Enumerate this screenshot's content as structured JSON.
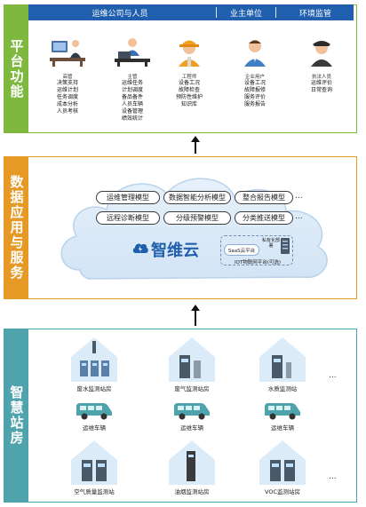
{
  "platform": {
    "band_label": "平台功能",
    "header": {
      "ops": "运维公司与人员",
      "owner": "业主单位",
      "env": "环境监管"
    },
    "roles": [
      {
        "title": "高管",
        "items": [
          "决策支持",
          "运维计划",
          "任务调度",
          "成本分析",
          "人员考核"
        ]
      },
      {
        "title": "主管",
        "items": [
          "运维任务",
          "计划调度",
          "备品备件",
          "人员车辆",
          "设备管理",
          "绩效统计"
        ]
      },
      {
        "title": "工程师",
        "items": [
          "设备工况",
          "故障检查",
          "预防性维护",
          "知识库"
        ]
      },
      {
        "title": "企业用户",
        "items": [
          "设备工况",
          "故障报修",
          "服务评价",
          "服务报告"
        ]
      },
      {
        "title": "执法人员",
        "items": [
          "运维评价",
          "日常查询"
        ]
      }
    ]
  },
  "data_services": {
    "band_label": "数据应用与服务",
    "models_row1": [
      "运维管理模型",
      "数据智能分析模型",
      "整合报告模型"
    ],
    "models_row2": [
      "远程诊断模型",
      "分级预警模型",
      "分类推送模型"
    ],
    "ellipsis": "...",
    "brand": "智维云",
    "saas": "SaaS云平台",
    "private": "私有化部署",
    "iot": "IOT物联网平台(可选)"
  },
  "stations": {
    "band_label": "智慧站房",
    "rooms": [
      "废水监测站房",
      "废气监测站房",
      "水质监测站",
      "空气质量监测站",
      "油烟监测站房",
      "VOC监测站房"
    ],
    "vehicle": "运维车辆",
    "ellipsis": "..."
  },
  "colors": {
    "platform": "#7fb83f",
    "data": "#e69a25",
    "station": "#4ea3ad",
    "header": "#1f5fae"
  }
}
